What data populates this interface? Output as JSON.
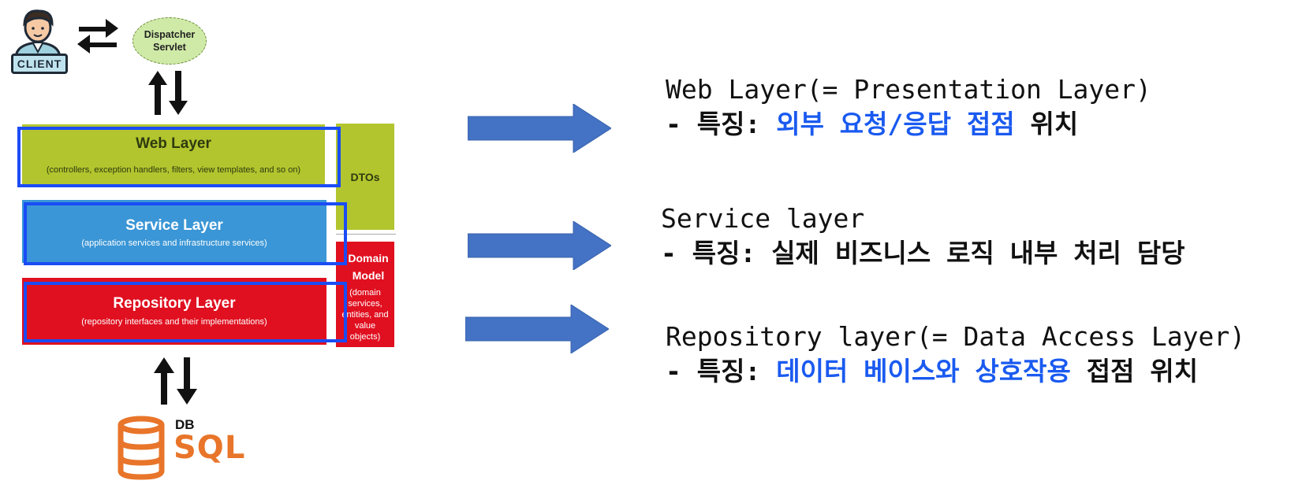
{
  "client": {
    "label": "CLIENT",
    "icon": "client-person-icon"
  },
  "dispatcher": {
    "line1": "Dispatcher",
    "line2": "Servlet"
  },
  "layers": {
    "web": {
      "title": "Web Layer",
      "subtitle": "(controllers, exception handlers, filters, view templates, and so on)"
    },
    "service": {
      "title": "Service Layer",
      "subtitle": "(application services and infrastructure services)"
    },
    "repository": {
      "title": "Repository Layer",
      "subtitle": "(repository interfaces and their implementations)"
    },
    "dtos": "DTOs",
    "domain": {
      "title_line1": "Domain",
      "title_line2": "Model",
      "sub_line1": "(domain",
      "sub_line2": "services,",
      "sub_line3": "entities, and",
      "sub_line4": "value",
      "sub_line5": "objects)"
    }
  },
  "db": {
    "label": "DB",
    "sql": "SQL",
    "icon": "database-icon"
  },
  "descriptions": {
    "web": {
      "title": "Web Layer(= Presentation Layer)",
      "prefix": "- 특징: ",
      "highlight": "외부 요청/응답 접점",
      "suffix": " 위치"
    },
    "service": {
      "title": "Service layer",
      "text": "- 특징: 실제 비즈니스 로직 내부 처리 담당"
    },
    "repository": {
      "title": "Repository layer(= Data Access Layer)",
      "prefix": "- 특징: ",
      "highlight": "데이터 베이스와 상호작용",
      "suffix": " 접점 위치"
    }
  },
  "colors": {
    "web_layer": "#b2c52e",
    "service_layer": "#3a96d6",
    "repository_layer": "#e01020",
    "highlight_border": "#1a4cf5",
    "highlight_text": "#1a5af0",
    "arrow": "#4472c4",
    "sql": "#e8752a"
  }
}
